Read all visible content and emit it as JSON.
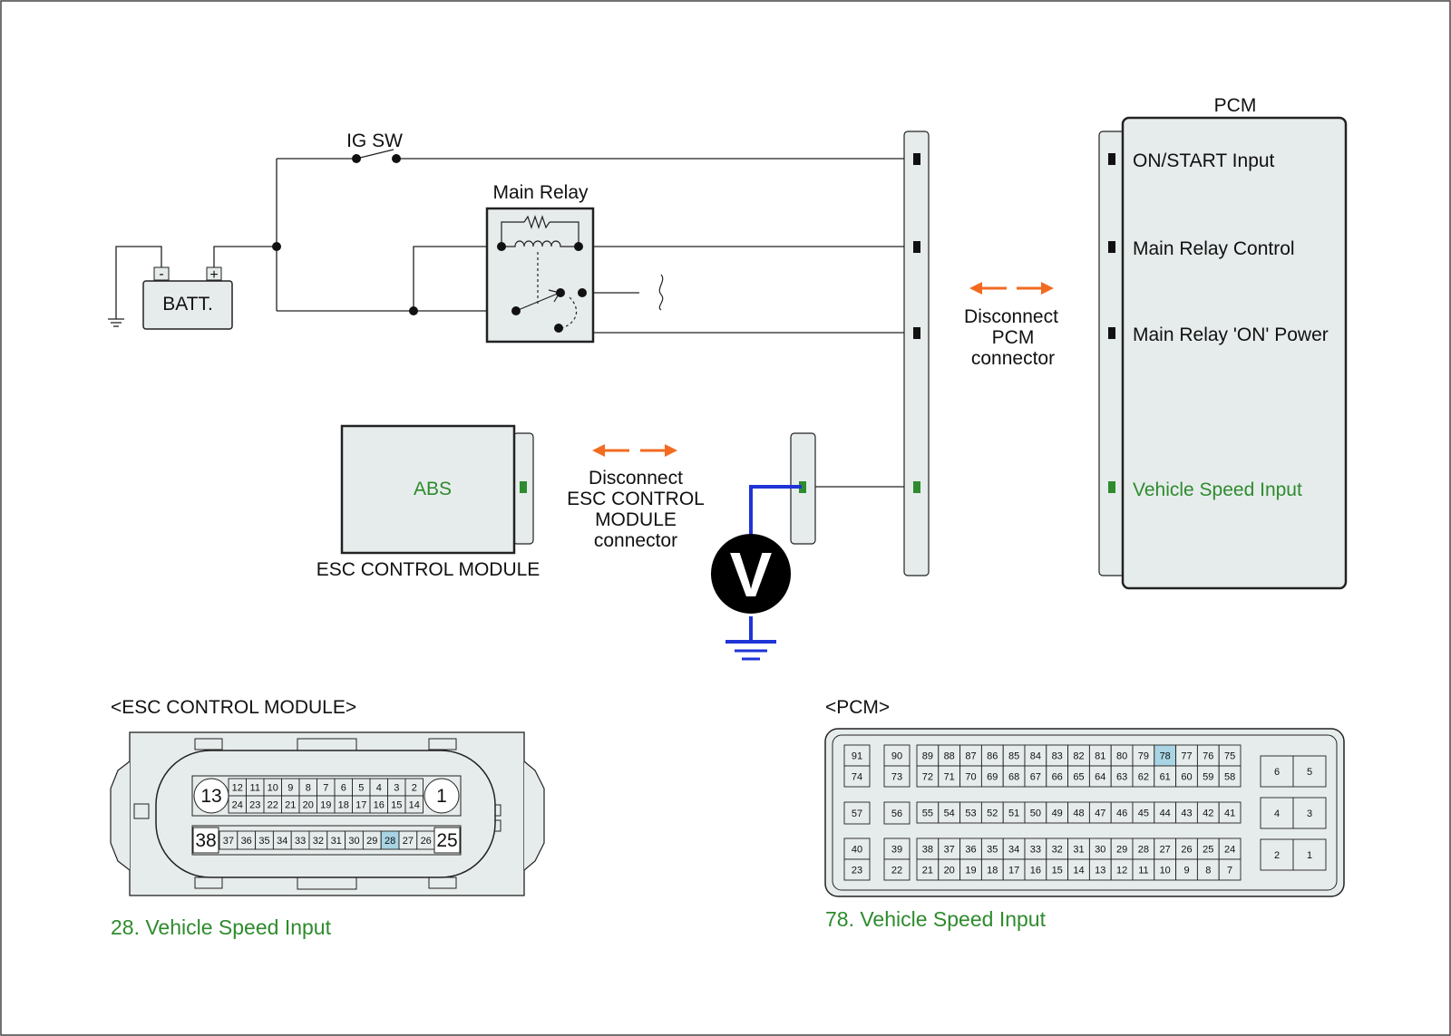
{
  "colors": {
    "accent": "#2e8b2e",
    "arrow": "#f26b21",
    "probe_wire": "#1f34d6",
    "highlight": "#a8d4e4",
    "connector_fill": "#e6eceb"
  },
  "circuit": {
    "ig_sw": "IG SW",
    "main_relay": "Main Relay",
    "battery": "BATT.",
    "battery_minus": "-",
    "battery_plus": "+",
    "abs": "ABS",
    "esc_module": "ESC CONTROL MODULE",
    "voltmeter": "V",
    "pcm_title": "PCM",
    "pcm_pins": [
      {
        "label": "ON/START Input",
        "highlight": false
      },
      {
        "label": "Main Relay Control",
        "highlight": false
      },
      {
        "label": "Main Relay 'ON' Power",
        "highlight": false
      },
      {
        "label": "Vehicle Speed Input",
        "highlight": true
      }
    ],
    "disconnect_pcm": [
      "Disconnect",
      "PCM",
      "connector"
    ],
    "disconnect_esc": [
      "Disconnect",
      "ESC CONTROL",
      "MODULE",
      "connector"
    ]
  },
  "esc_connector": {
    "title": "<ESC CONTROL MODULE>",
    "caption": "28. Vehicle Speed Input",
    "highlight_pin": "28",
    "row1": [
      "12",
      "11",
      "10",
      "9",
      "8",
      "7",
      "6",
      "5",
      "4",
      "3",
      "2"
    ],
    "row2": [
      "24",
      "23",
      "22",
      "21",
      "20",
      "19",
      "18",
      "17",
      "16",
      "15",
      "14"
    ],
    "row3": [
      "37",
      "36",
      "35",
      "34",
      "33",
      "32",
      "31",
      "30",
      "29",
      "28",
      "27",
      "26"
    ],
    "big_pins": [
      "13",
      "1",
      "38",
      "25"
    ]
  },
  "pcm_connector": {
    "title": "<PCM>",
    "caption": "78. Vehicle Speed Input",
    "highlight_pin": "78",
    "left_pairs": [
      [
        "91",
        "74"
      ],
      [
        "90",
        "73"
      ],
      [
        "57"
      ],
      [
        "56"
      ],
      [
        "40",
        "23"
      ],
      [
        "39",
        "22"
      ]
    ],
    "row1": [
      "89",
      "88",
      "87",
      "86",
      "85",
      "84",
      "83",
      "82",
      "81",
      "80",
      "79",
      "78",
      "77",
      "76",
      "75"
    ],
    "row2": [
      "72",
      "71",
      "70",
      "69",
      "68",
      "67",
      "66",
      "65",
      "64",
      "63",
      "62",
      "61",
      "60",
      "59",
      "58"
    ],
    "row3": [
      "55",
      "54",
      "53",
      "52",
      "51",
      "50",
      "49",
      "48",
      "47",
      "46",
      "45",
      "44",
      "43",
      "42",
      "41"
    ],
    "row4": [
      "38",
      "37",
      "36",
      "35",
      "34",
      "33",
      "32",
      "31",
      "30",
      "29",
      "28",
      "27",
      "26",
      "25",
      "24"
    ],
    "row5": [
      "21",
      "20",
      "19",
      "18",
      "17",
      "16",
      "15",
      "14",
      "13",
      "12",
      "11",
      "10",
      "9",
      "8",
      "7"
    ],
    "right_pins": [
      [
        "6",
        "5"
      ],
      [
        "4",
        "3"
      ],
      [
        "2",
        "1"
      ]
    ]
  }
}
